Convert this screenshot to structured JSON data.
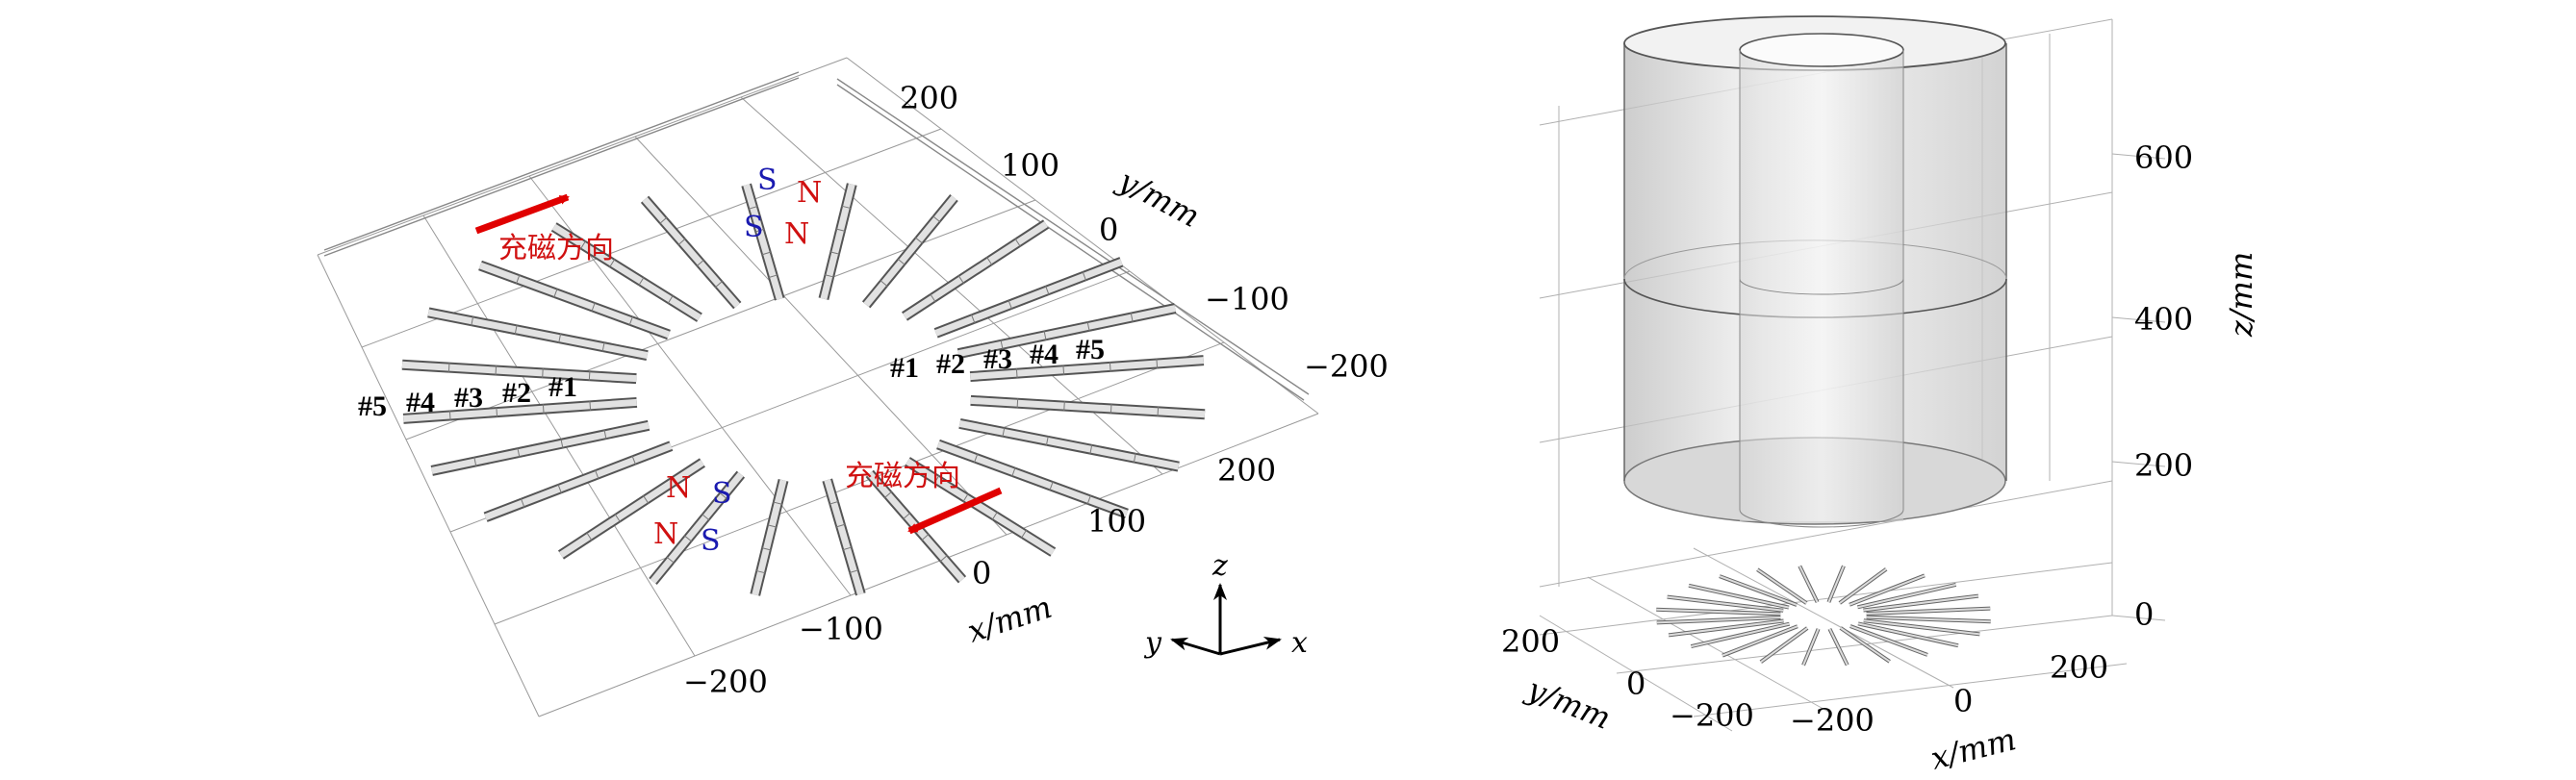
{
  "left_panel": {
    "y_axis_label": "y/mm",
    "x_axis_label": "x/mm",
    "y_ticks": [
      "200",
      "100",
      "0",
      "−100",
      "−200"
    ],
    "x_ticks": [
      "200",
      "100",
      "0",
      "−100",
      "−200"
    ],
    "magnet_labels_left": [
      "#5",
      "#4",
      "#3",
      "#2",
      "#1"
    ],
    "magnet_labels_right": [
      "#1",
      "#2",
      "#3",
      "#4",
      "#5"
    ],
    "pole_top": [
      {
        "text": "S",
        "color": "#1a1ab0"
      },
      {
        "text": "N",
        "color": "#d01010"
      },
      {
        "text": "S",
        "color": "#1a1ab0"
      },
      {
        "text": "N",
        "color": "#d01010"
      }
    ],
    "pole_bottom": [
      {
        "text": "N",
        "color": "#d01010"
      },
      {
        "text": "S",
        "color": "#1a1ab0"
      },
      {
        "text": "N",
        "color": "#d01010"
      },
      {
        "text": "S",
        "color": "#1a1ab0"
      }
    ],
    "magnetization_label_top": "充磁方向",
    "magnetization_label_bottom": "充磁方向",
    "arrow_color": "#e00000",
    "triad": {
      "z": "z",
      "y": "y",
      "x": "x"
    }
  },
  "right_panel": {
    "z_axis_label": "z/mm",
    "z_ticks": [
      "600",
      "400",
      "200",
      "0"
    ],
    "y_axis_label": "y/mm",
    "x_axis_label": "x/mm",
    "y_ticks": [
      "200",
      "0",
      "−200"
    ],
    "x_ticks": [
      "−200",
      "0",
      "200"
    ]
  }
}
